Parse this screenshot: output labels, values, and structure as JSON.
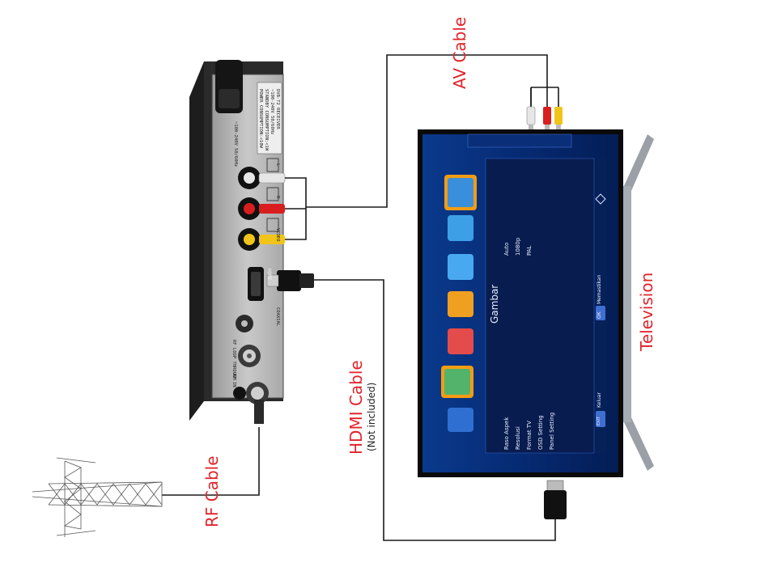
{
  "labels": {
    "av_cable": "AV Cable",
    "hdmi_cable": "HDMI Cable",
    "hdmi_note": "(Not included)",
    "rf_cable": "RF Cable",
    "television": "Television"
  },
  "receiver": {
    "spec_lines": [
      "DVB-T2 RECEIVER",
      "~100-240V 50/60Hz",
      "STANDBY CONSUMPTION:<1W",
      "POWER CONSUMPTION:<10W"
    ],
    "power_label": "~100-240V 50/60Hz",
    "port_labels": [
      "L",
      "R",
      "VIDEO",
      "HDMI",
      "COAXIAL",
      "RF LOOP THROUGH",
      "RF IN"
    ]
  },
  "tv_screen": {
    "section_title": "Gambar",
    "menu_items": [
      "Raso Aspek",
      "Resolusi",
      "Format TV",
      "OSD Setting",
      "Panel Setting"
    ],
    "menu_values": [
      "Auto",
      "1080p",
      "PAL"
    ],
    "ok_key": "OK",
    "ok_hint": "Memastikan",
    "exit_key": "EXIT",
    "exit_hint": "Keluar"
  },
  "colors": {
    "label_red": "#e0242c",
    "rca_white": "#e6e6e6",
    "rca_red": "#d81e1e",
    "rca_yellow": "#f0c419",
    "tv_bg": "#0b2a6e",
    "panel_dark": "#07183f"
  }
}
